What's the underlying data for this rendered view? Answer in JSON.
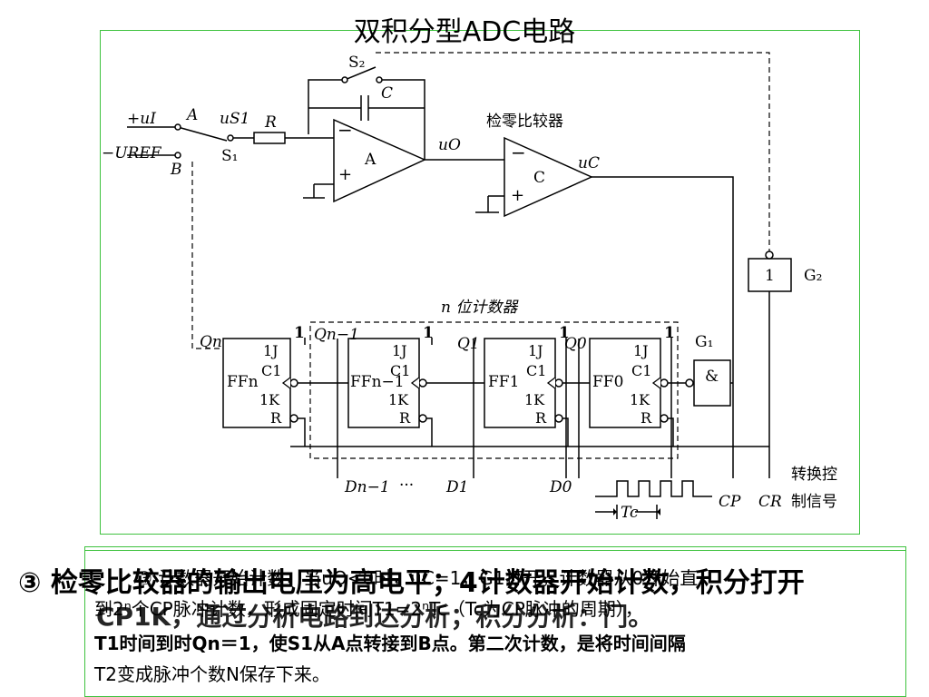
{
  "title": "双积分型ADC电路",
  "circuit": {
    "labels": {
      "s2": "S₂",
      "c": "C",
      "u_i": "+uI",
      "a": "A",
      "u_s1": "uS1",
      "r": "R",
      "u_o": "uO",
      "comparator_title": "检零比较器",
      "u_c": "uC",
      "minus_uref": "−UREF",
      "b": "B",
      "s1": "S₁",
      "opamp_a": "A",
      "opamp_c": "C",
      "g2": "G₂",
      "g2_gate": "1",
      "counter": "n 位计数器",
      "g1": "G₁",
      "and_symbol": "&",
      "q_n": "Qn",
      "q_n1": "Qn−1",
      "q_1": "Q1",
      "q_0": "Q0",
      "one_1": "1",
      "one_2": "1",
      "one_3": "1",
      "one_4": "1",
      "ff_n": "FFn",
      "ff_n1": "FFn−1",
      "ff_1": "FF1",
      "ff_0": "FF0",
      "j1": "1J",
      "c1": "C1",
      "k1": "1K",
      "r_pin": "R",
      "d_n1": "Dn−1",
      "dots": "···",
      "d_1": "D1",
      "d_0": "D0",
      "tc": "Tc",
      "cp": "CP",
      "cr": "CR",
      "ctrl_1": "转换控",
      "ctrl_2": "制信号"
    }
  },
  "notes": {
    "big_1": "③ 检零比较器的输出电压为高电平；4计数器开始计数，积分打开",
    "big_2": "CP1K，通过分析电路到达分析；积分分析：门。",
    "small_1": "③ 计数器开始计数，当uO<0时，uC=1，G1打开，计数器从0开始直",
    "small_2": "到2ⁿ个CP脉冲计数，形成固定时间T1=2ⁿTc（Tc为CP脉冲的周期），",
    "small_3": "T1时间到时Qn＝1，使S1从A点转接到B点。第二次计数，是将时间间隔",
    "small_4": "T2变成脉冲个数N保存下来。"
  }
}
